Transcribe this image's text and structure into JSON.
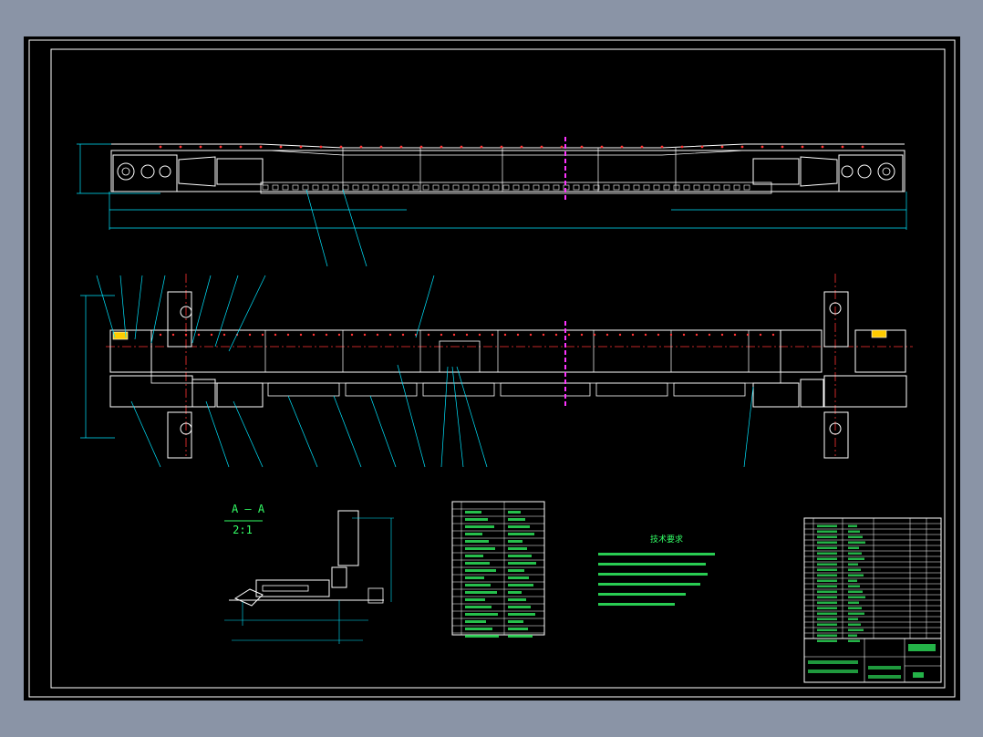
{
  "section_view": {
    "title": "A — A",
    "scale": "2:1"
  },
  "technical_requirements": {
    "title": "技术要求"
  },
  "colors": {
    "sheet_background": "#000000",
    "page_background": "#8a94a6",
    "drawing_lines": "#ffffff",
    "dimension_lines": "#00e5ff",
    "centerlines": "#ff3333",
    "section_marks": "#ff33ff",
    "annotation_text": "#33ff66"
  }
}
